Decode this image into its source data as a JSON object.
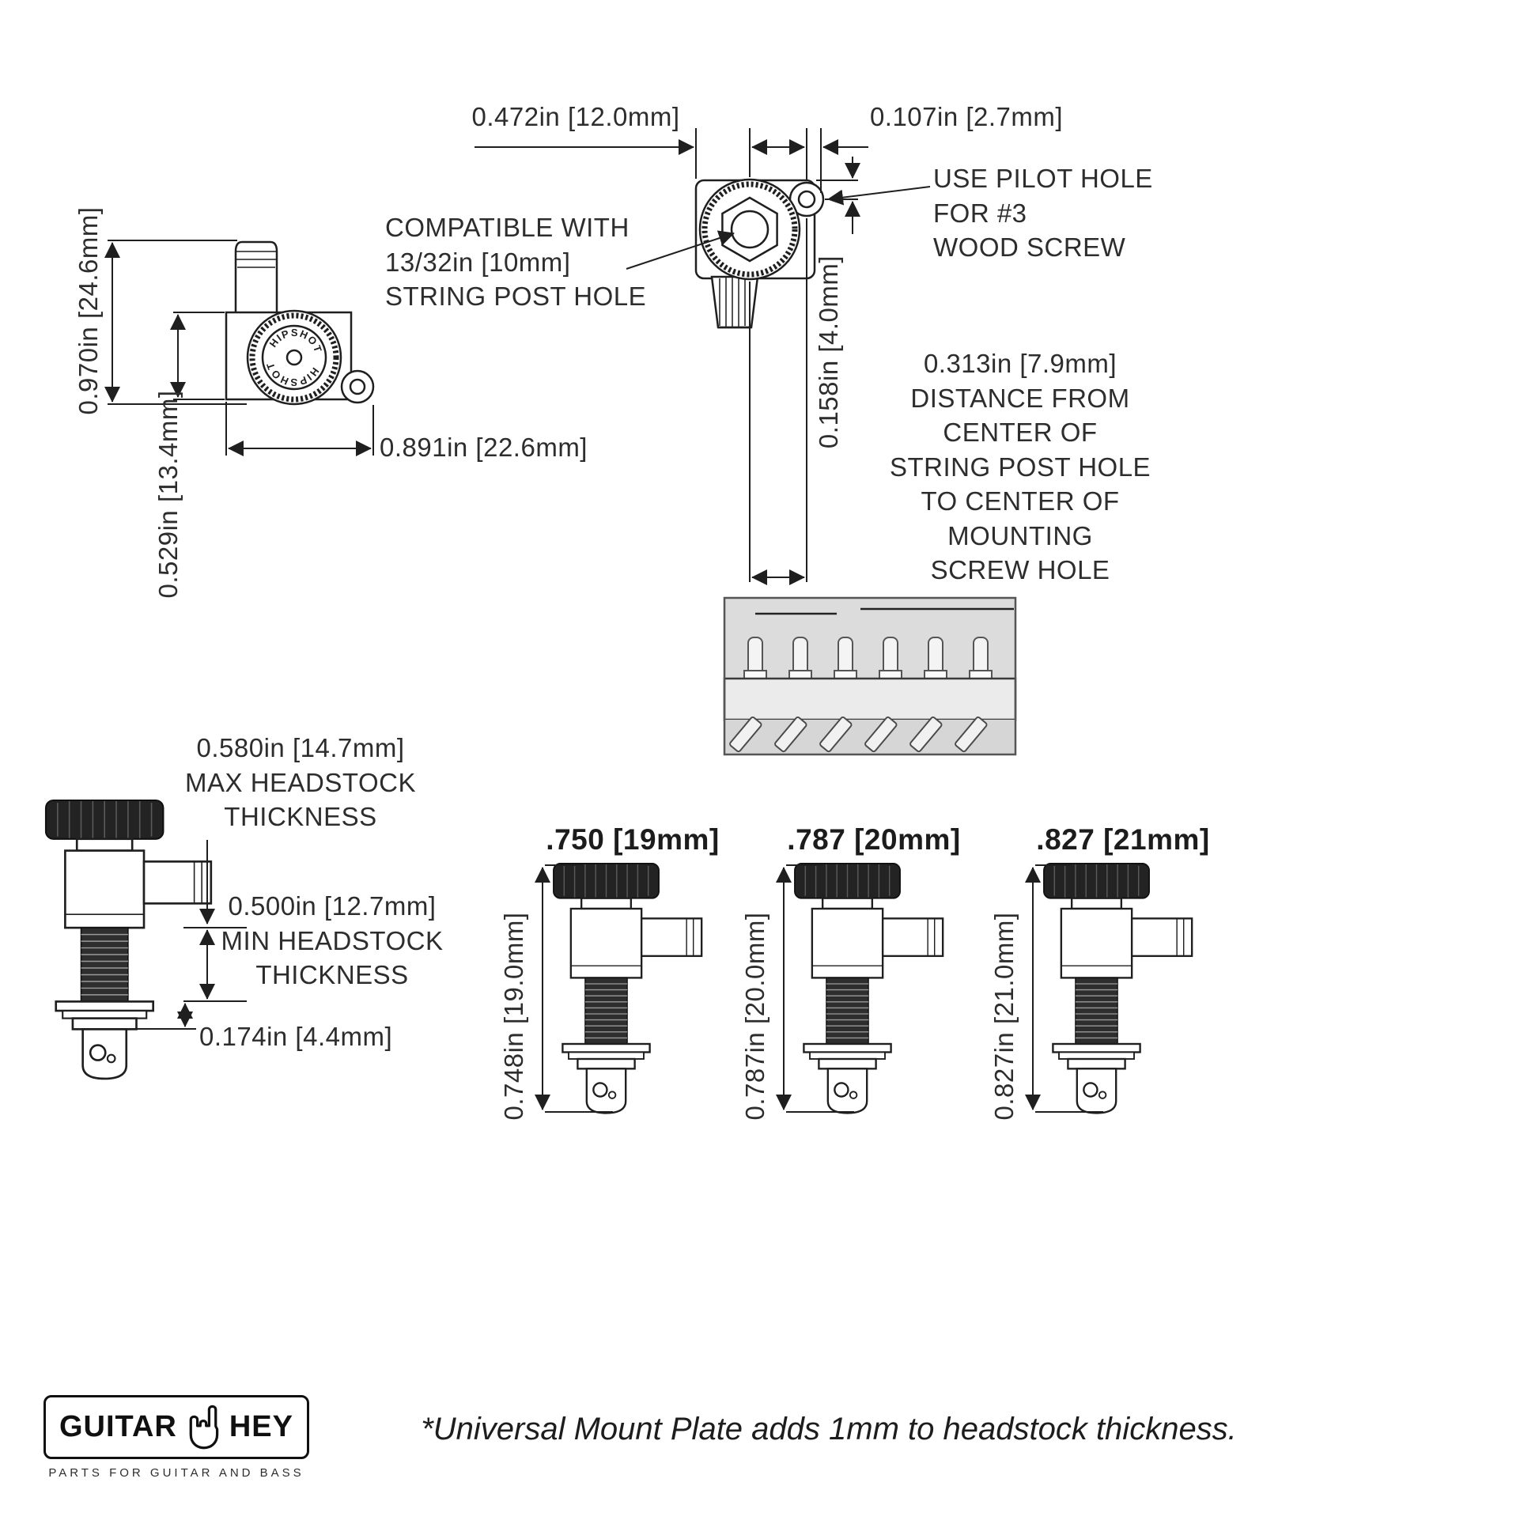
{
  "side_view": {
    "dim_overall_height": "0.970in [24.6mm]",
    "dim_body_height": "0.529in [13.4mm]",
    "dim_overall_width": "0.891in [22.6mm]",
    "knob_brand": "HIPSHOT"
  },
  "top_view": {
    "dim_body_width": "0.472in [12.0mm]",
    "dim_pilot_offset": "0.107in [2.7mm]",
    "dim_pilot_vertical": "0.158in [4.0mm]",
    "note_string_post_lines": [
      "COMPATIBLE WITH",
      "13/32in [10mm]",
      "STRING POST HOLE"
    ],
    "note_pilot_hole_lines": [
      "USE PILOT HOLE",
      "FOR #3",
      "WOOD SCREW"
    ],
    "note_post_to_screw_lines": [
      "0.313in [7.9mm]",
      "DISTANCE FROM",
      "CENTER OF",
      "STRING POST HOLE",
      "TO CENTER OF",
      "MOUNTING",
      "SCREW HOLE"
    ]
  },
  "headstock_specs": {
    "dim_max": "0.580in [14.7mm]",
    "max_label_lines": [
      "MAX HEADSTOCK",
      "THICKNESS"
    ],
    "dim_min": "0.500in [12.7mm]",
    "min_label_lines": [
      "MIN HEADSTOCK",
      "THICKNESS"
    ],
    "dim_bushing": "0.174in [4.4mm]"
  },
  "post_length_variants": [
    {
      "header": ".750 [19mm]",
      "dim": "0.748in [19.0mm]"
    },
    {
      "header": ".787 [20mm]",
      "dim": "0.787in [20.0mm]"
    },
    {
      "header": ".827 [21mm]",
      "dim": "0.827in [21.0mm]"
    }
  ],
  "footer": {
    "footnote": "*Universal Mount Plate adds 1mm to headstock thickness.",
    "logo_word_left": "GUITAR",
    "logo_word_right": "HEY",
    "logo_tagline": "PARTS FOR GUITAR AND BASS"
  }
}
